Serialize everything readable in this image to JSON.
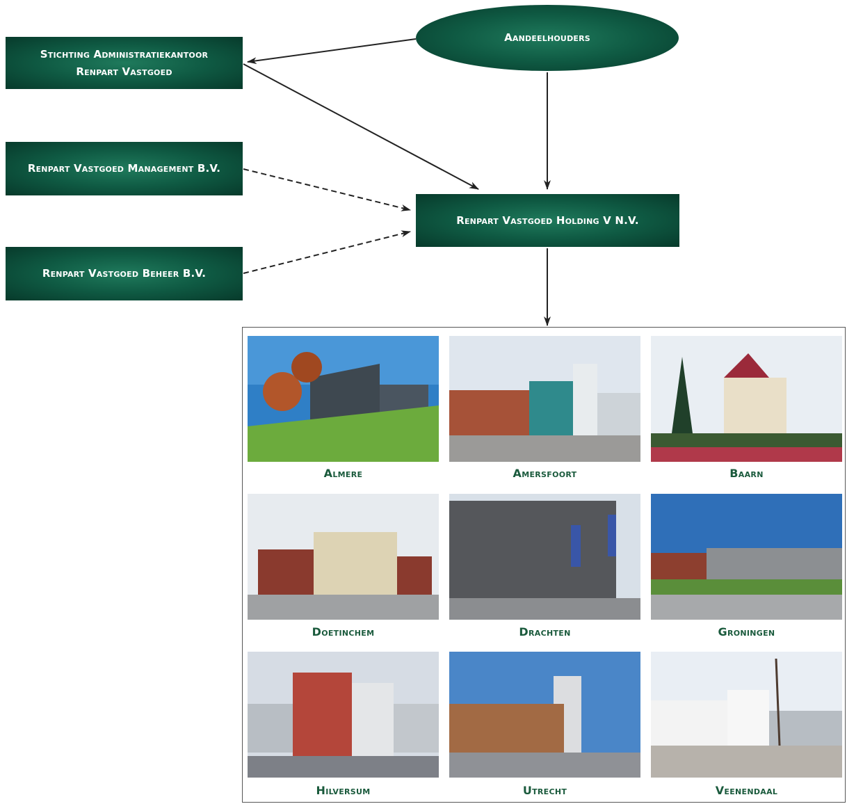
{
  "nodes": {
    "stichting": {
      "line1": "Stichting Administratiekantoor",
      "line2": "Renpart Vastgoed"
    },
    "aandeelhouders": "Aandeelhouders",
    "management": "Renpart Vastgoed Management B.V.",
    "beheer": "Renpart Vastgoed Beheer B.V.",
    "holding": "Renpart Vastgoed Holding V N.V."
  },
  "locations": [
    "Almere",
    "Amersfoort",
    "Baarn",
    "Doetinchem",
    "Drachten",
    "Groningen",
    "Hilversum",
    "Utrecht",
    "Veenendaal"
  ],
  "colors": {
    "box": "#0f5a43",
    "caption": "#1a5a3c"
  }
}
